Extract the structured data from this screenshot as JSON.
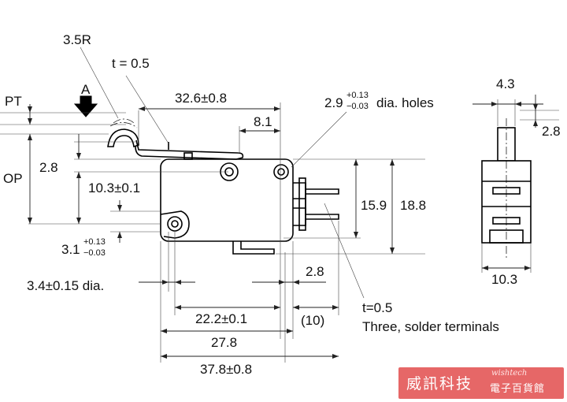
{
  "labels": {
    "radius": "3.5R",
    "thickness_lever": "t = 0.5",
    "pt": "PT",
    "actuator_point": "A",
    "op": "OP",
    "dim_32_6": "32.6±0.8",
    "dim_8_1": "8.1",
    "holes_base": "2.9",
    "holes_tol_upper": "+0.13",
    "holes_tol_lower": "−0.03",
    "holes_suffix": " dia. holes",
    "dim_4_3": "4.3",
    "dim_2_8_right": "2.8",
    "dim_2_8_left": "2.8",
    "dim_10_3_pm": "10.3±0.1",
    "dim_15_9": "15.9",
    "dim_18_8": "18.8",
    "dim_3_1_base": "3.1",
    "dim_3_1_tol_upper": "+0.13",
    "dim_3_1_tol_lower": "−0.03",
    "dim_3_4": "3.4±0.15 dia.",
    "dim_2_8_bottom": "2.8",
    "dim_22_2": "22.2±0.1",
    "dim_10_paren": "(10)",
    "dim_27_8": "27.8",
    "dim_37_8": "37.8±0.8",
    "dim_10_3_side": "10.3",
    "terminal_thickness": "t=0.5",
    "terminal_desc": "Three, solder terminals"
  },
  "watermark": {
    "text_main": "威訊科技",
    "text_sub": "wishtech",
    "text_sub2": "電子百貨館"
  }
}
